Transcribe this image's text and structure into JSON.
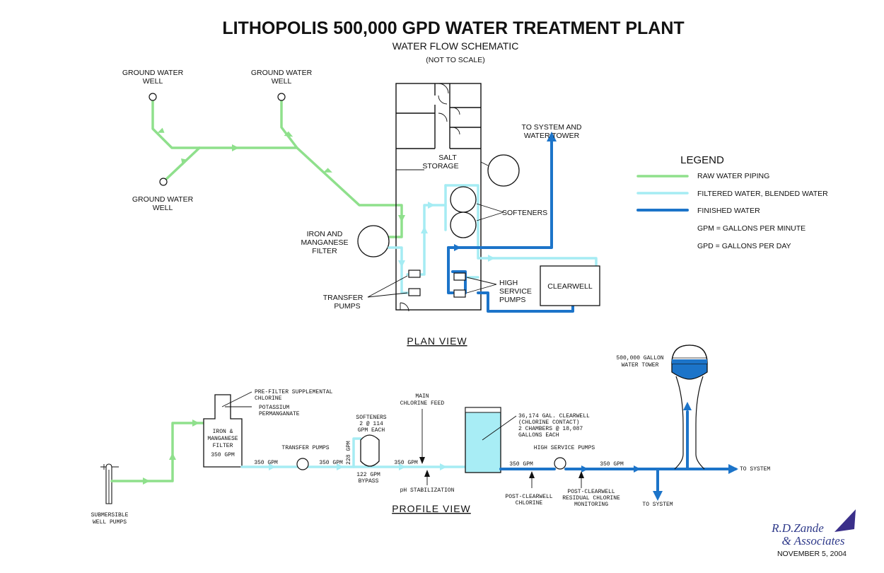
{
  "title": "LITHOPOLIS 500,000 GPD WATER TREATMENT PLANT",
  "subtitle": "WATER FLOW SCHEMATIC",
  "note": "(NOT TO SCALE)",
  "colors": {
    "raw": "#8fe08c",
    "filtered": "#a5ecf3",
    "finished": "#1c74c9",
    "signature": "#2f3a8a"
  },
  "plan": {
    "view_label": "PLAN VIEW",
    "well1": [
      "GROUND WATER",
      "WELL"
    ],
    "well2": [
      "GROUND WATER",
      "WELL"
    ],
    "well3": [
      "GROUND WATER",
      "WELL"
    ],
    "salt": [
      "SALT",
      "STORAGE"
    ],
    "to_system": [
      "TO SYSTEM AND",
      "WATER TOWER"
    ],
    "iron": [
      "IRON AND",
      "MANGANESE",
      "FILTER"
    ],
    "softeners": "SOFTENERS",
    "transfer": [
      "TRANSFER",
      "PUMPS"
    ],
    "high_service": [
      "HIGH",
      "SERVICE",
      "PUMPS"
    ],
    "clearwell": "CLEARWELL"
  },
  "legend": {
    "heading": "LEGEND",
    "items": [
      "RAW WATER PIPING",
      "FILTERED WATER, BLENDED WATER",
      "FINISHED WATER"
    ],
    "gpm": "GPM = GALLONS PER MINUTE",
    "gpd": "GPD = GALLONS PER DAY"
  },
  "profile": {
    "view_label": "PROFILE VIEW",
    "well_pumps": [
      "SUBMERSIBLE",
      "WELL PUMPS"
    ],
    "prefilter": [
      "PRE-FILTER SUPPLEMENTAL",
      "CHLORINE"
    ],
    "potassium": [
      "POTASSIUM",
      "PERMANGANATE"
    ],
    "iron_filter": [
      "IRON &",
      "MANGANESE",
      "FILTER",
      "350 GPM"
    ],
    "transfer_pumps": "TRANSFER PUMPS",
    "gpm350": "350 GPM",
    "softeners": [
      "SOFTENERS",
      "2 @ 114",
      "GPM EACH"
    ],
    "gpm228": "228 GPM",
    "bypass": [
      "122 GPM",
      "BYPASS"
    ],
    "main_cl": [
      "MAIN",
      "CHLORINE FEED"
    ],
    "ph": "pH STABILIZATION",
    "clearwell": [
      "36,174 GAL. CLEARWELL",
      "(CHLORINE CONTACT)",
      "2 CHAMBERS @ 18,087",
      "GALLONS EACH"
    ],
    "high_pumps": "HIGH SERVICE PUMPS",
    "post_cl": [
      "POST-CLEARWELL",
      "CHLORINE"
    ],
    "post_res": [
      "POST-CLEARWELL",
      "RESIDUAL CHLORINE",
      "MONITORING"
    ],
    "tower": [
      "500,000 GALLON",
      "WATER TOWER"
    ],
    "to_system": "TO SYSTEM"
  },
  "company": {
    "line1": "R.D.Zande",
    "line2": "& Associates",
    "date": "NOVEMBER 5, 2004"
  }
}
